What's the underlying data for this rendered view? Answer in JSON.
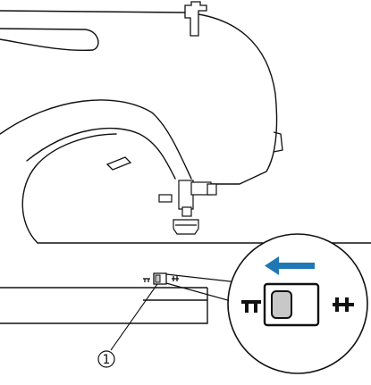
{
  "callouts": [
    {
      "label": "1",
      "target": "feed-dog-position-switch"
    }
  ],
  "zoom_inset": {
    "direction_arrow": "left",
    "switch_position": "left"
  },
  "icons": {
    "left_symbol": "feed-dogs-lowered-icon",
    "right_symbol": "feed-dogs-raised-icon",
    "arrow": "arrow-left-icon"
  },
  "colors": {
    "line": "#111111",
    "switch_fill": "#c8c8c8",
    "arrow": "#1f78b4",
    "background": "#ffffff"
  }
}
